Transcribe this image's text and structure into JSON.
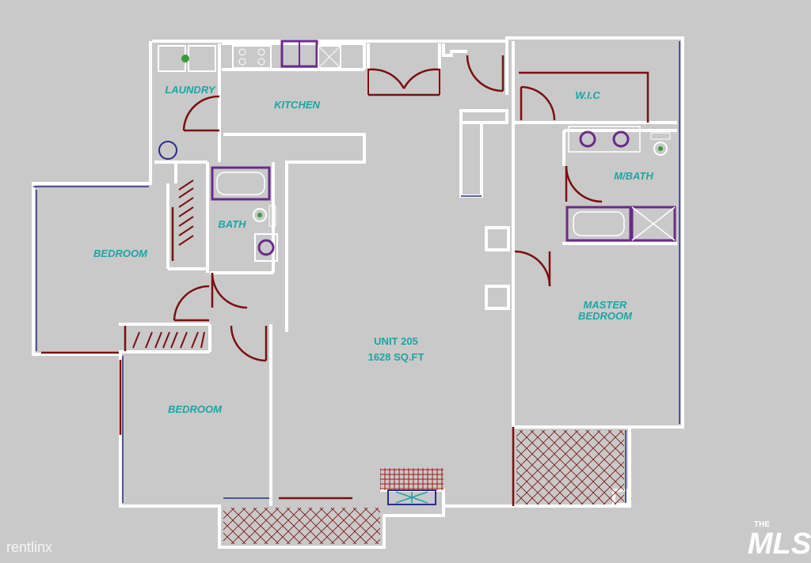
{
  "rooms": {
    "laundry": "LAUNDRY",
    "kitchen": "KITCHEN",
    "wic": "W.I.C",
    "mbath": "M/BATH",
    "bath": "BATH",
    "bedroom_1": "BEDROOM",
    "bedroom_2": "BEDROOM",
    "master_line1": "MASTER",
    "master_line2": "BEDROOM"
  },
  "unit": {
    "name": "UNIT 205",
    "area": "1628 SQ.FT"
  },
  "watermarks": {
    "rentlinx": "rentlinx",
    "mls_the": "THE",
    "mls_logo": "MLS"
  },
  "colors": {
    "background": "#c9c9c9",
    "wall": "#ffffff",
    "door": "#7a1010",
    "fixture": "#6a2a8a",
    "label": "#1aa6a6",
    "window": "#2a2a8a"
  }
}
